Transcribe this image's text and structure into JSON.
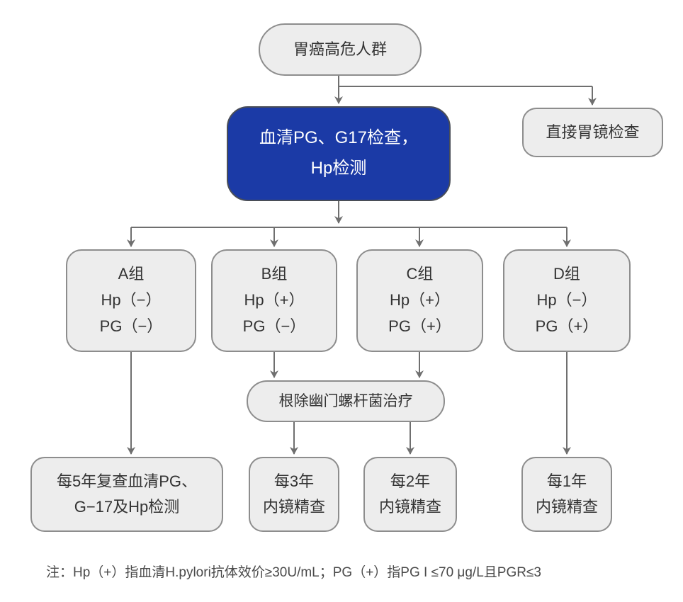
{
  "colors": {
    "accent_fill": "#1b3aa6",
    "accent_text": "#ffffff",
    "accent_border": "#4a4e57",
    "node_fill": "#ededed",
    "node_border": "#8d8d8d",
    "node_text": "#333333",
    "connector": "#6f6f6f",
    "note_text": "#4a4a4a",
    "background": "#ffffff"
  },
  "nodes": {
    "start": {
      "label": "胃癌高危人群"
    },
    "serum_test": {
      "lines": [
        "血清PG、G17检查，",
        "Hp检测"
      ]
    },
    "direct_gastroscopy": {
      "label": "直接胃镜检查"
    },
    "group_a": {
      "lines": [
        "A组",
        "Hp（−）",
        "PG（−）"
      ]
    },
    "group_b": {
      "lines": [
        "B组",
        "Hp（+）",
        "PG（−）"
      ]
    },
    "group_c": {
      "lines": [
        "C组",
        "Hp（+）",
        "PG（+）"
      ]
    },
    "group_d": {
      "lines": [
        "D组",
        "Hp（−）",
        "PG（+）"
      ]
    },
    "eradication": {
      "label": "根除幽门螺杆菌治疗"
    },
    "followup_a": {
      "lines": [
        "每5年复查血清PG、",
        "G−17及Hp检测"
      ]
    },
    "followup_b": {
      "lines": [
        "每3年",
        "内镜精查"
      ]
    },
    "followup_c": {
      "lines": [
        "每2年",
        "内镜精查"
      ]
    },
    "followup_d": {
      "lines": [
        "每1年",
        "内镜精查"
      ]
    }
  },
  "note": "注：Hp（+）指血清H.pylori抗体效价≥30U/mL；PG（+）指PG I ≤70 μg/L且PGR≤3"
}
